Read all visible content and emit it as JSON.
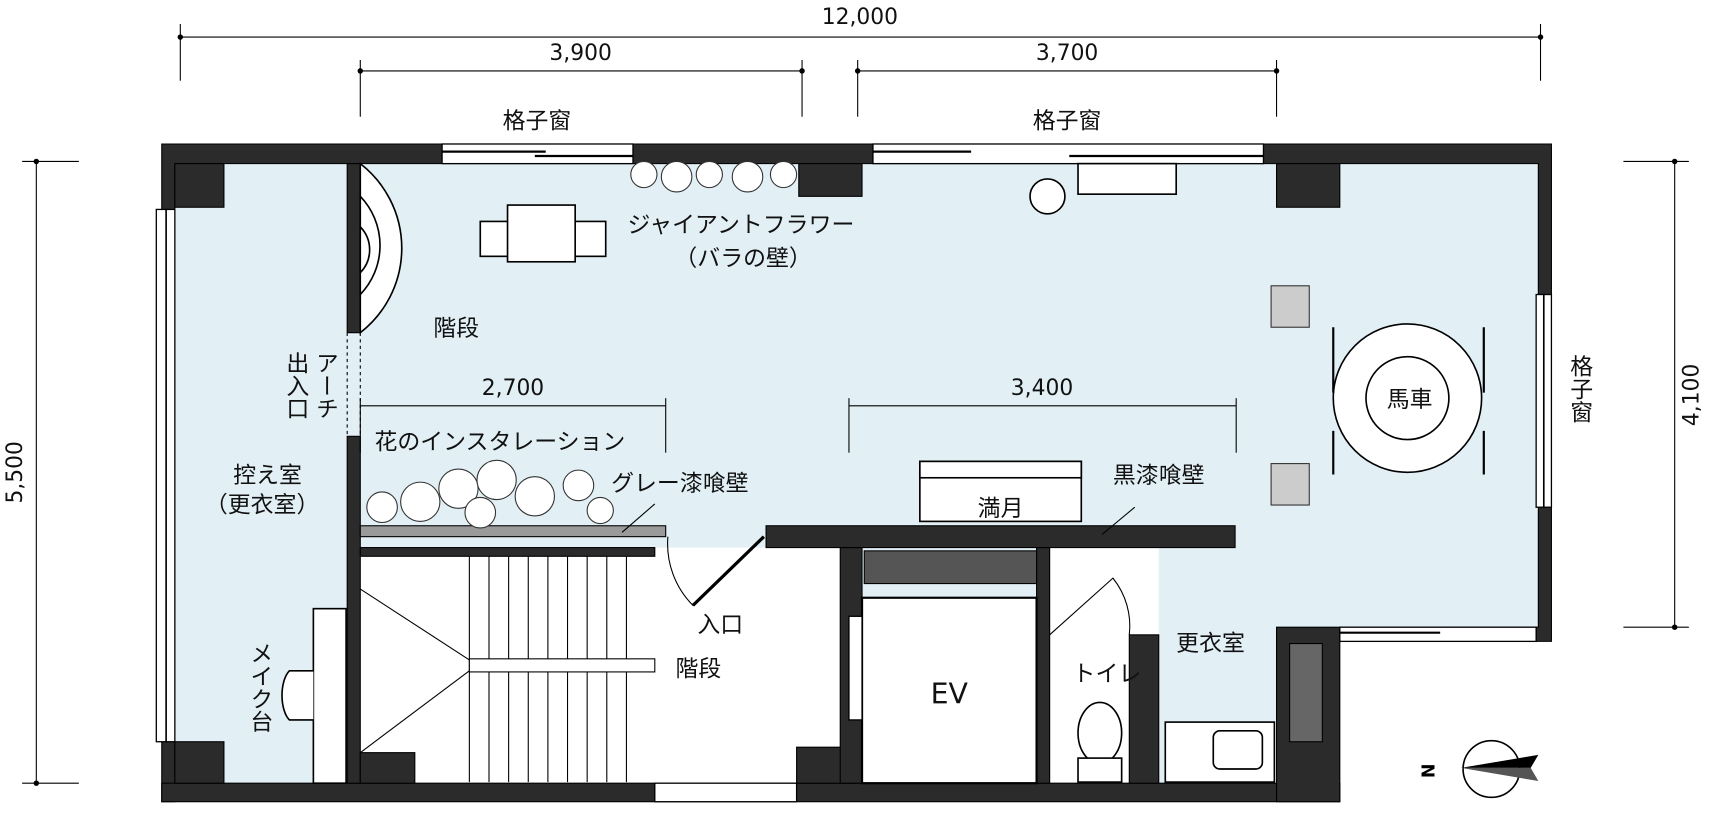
{
  "dimensions": {
    "overall_width": "12,000",
    "left_bay": "3,900",
    "right_bay": "3,700",
    "overall_depth": "5,500",
    "right_depth": "4,100",
    "flower_installation_width": "2,700",
    "black_wall_width": "3,400"
  },
  "labels": {
    "lattice_window_left": "格子窗",
    "lattice_window_right": "格子窗",
    "lattice_window_side": "格子窗",
    "giant_flower": "ジャイアントフラワー",
    "rose_wall": "（バラの壁）",
    "spiral_stairs": "階段",
    "arch_entrance_1": "アーチ",
    "arch_entrance_2": "出入口",
    "flower_installation": "花のインスタレーション",
    "waiting_room": "控え室",
    "dressing_room_paren": "（更衣室）",
    "gray_plaster_wall": "グレー漆喰壁",
    "black_plaster_wall": "黒漆喰壁",
    "full_moon": "満月",
    "carriage": "馬車",
    "entrance": "入口",
    "stairs": "階段",
    "elevator": "EV",
    "toilet": "トイレ",
    "changing_room": "更衣室",
    "makeup_table": "メイク台",
    "north": "N"
  }
}
